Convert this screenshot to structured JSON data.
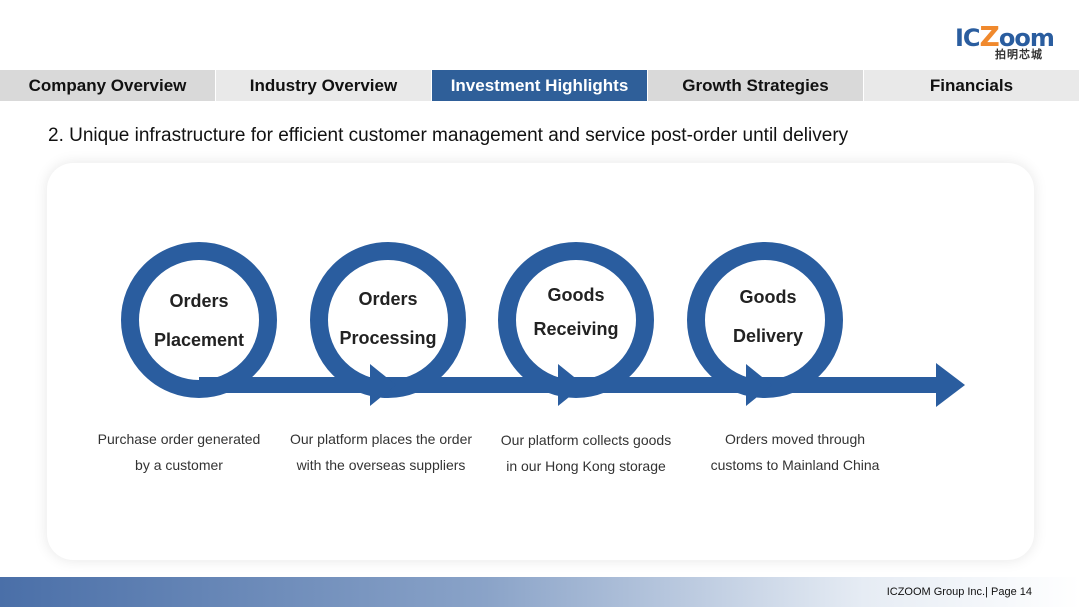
{
  "logo": {
    "brand_part1": "IC",
    "brand_z": "Z",
    "brand_part2": "oom",
    "subtitle": "拍明芯城"
  },
  "nav": {
    "tabs": [
      {
        "label": "Company Overview",
        "active": false
      },
      {
        "label": "Industry Overview",
        "active": false
      },
      {
        "label": "Investment Highlights",
        "active": true
      },
      {
        "label": "Growth Strategies",
        "active": false
      },
      {
        "label": "Financials",
        "active": false
      }
    ]
  },
  "heading": "2. Unique infrastructure for efficient customer management and service post-order until delivery",
  "steps": [
    {
      "line1": "Orders",
      "line2": "Placement",
      "description_line1": "Purchase order generated",
      "description_line2": "by a customer"
    },
    {
      "line1": "Orders",
      "line2": "Processing",
      "description_line1": "Our platform places the order",
      "description_line2": "with the overseas suppliers"
    },
    {
      "line1": "Goods",
      "line2": "Receiving",
      "description_line1": "Our platform collects goods",
      "description_line2": "in our Hong Kong storage"
    },
    {
      "line1": "Goods",
      "line2": "Delivery",
      "description_line1": "Orders moved through",
      "description_line2": "customs to Mainland China"
    }
  ],
  "colors": {
    "accent": "#2f5f99",
    "flow": "#2a5d9f",
    "logo_orange": "#f0892d"
  },
  "footer": {
    "text": "ICZOOM Group Inc.| Page 14"
  }
}
